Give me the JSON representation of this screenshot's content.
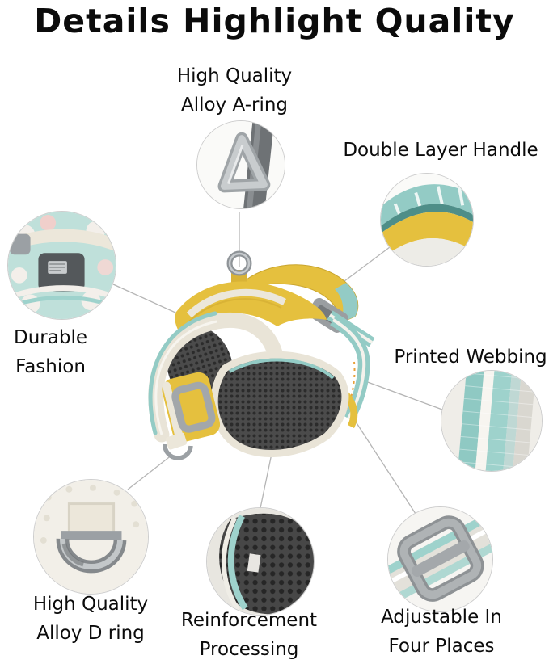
{
  "title": "Details Highlight Quality",
  "callouts": {
    "a_ring": {
      "line1": "High Quality",
      "line2": "Alloy A-ring"
    },
    "handle": {
      "label": "Double Layer Handle"
    },
    "durable": {
      "line1": "Durable",
      "line2": "Fashion"
    },
    "webbing": {
      "label": "Printed Webbing"
    },
    "d_ring": {
      "line1": "High Quality",
      "line2": "Alloy D ring"
    },
    "reinforcement": {
      "line1": "Reinforcement",
      "line2": "Processing"
    },
    "adjustable": {
      "line1": "Adjustable In",
      "line2": "Four Places"
    }
  },
  "colors": {
    "yellow": "#E5C03E",
    "teal": "#9ED2CC",
    "teal_dark": "#4E8E88",
    "mesh_dark": "#4B4B4B",
    "metal": "#9BA0A4",
    "trim": "#ECE7DA",
    "line": "#B5B5B5",
    "text": "#0B0B0B",
    "background": "#FFFFFF"
  }
}
